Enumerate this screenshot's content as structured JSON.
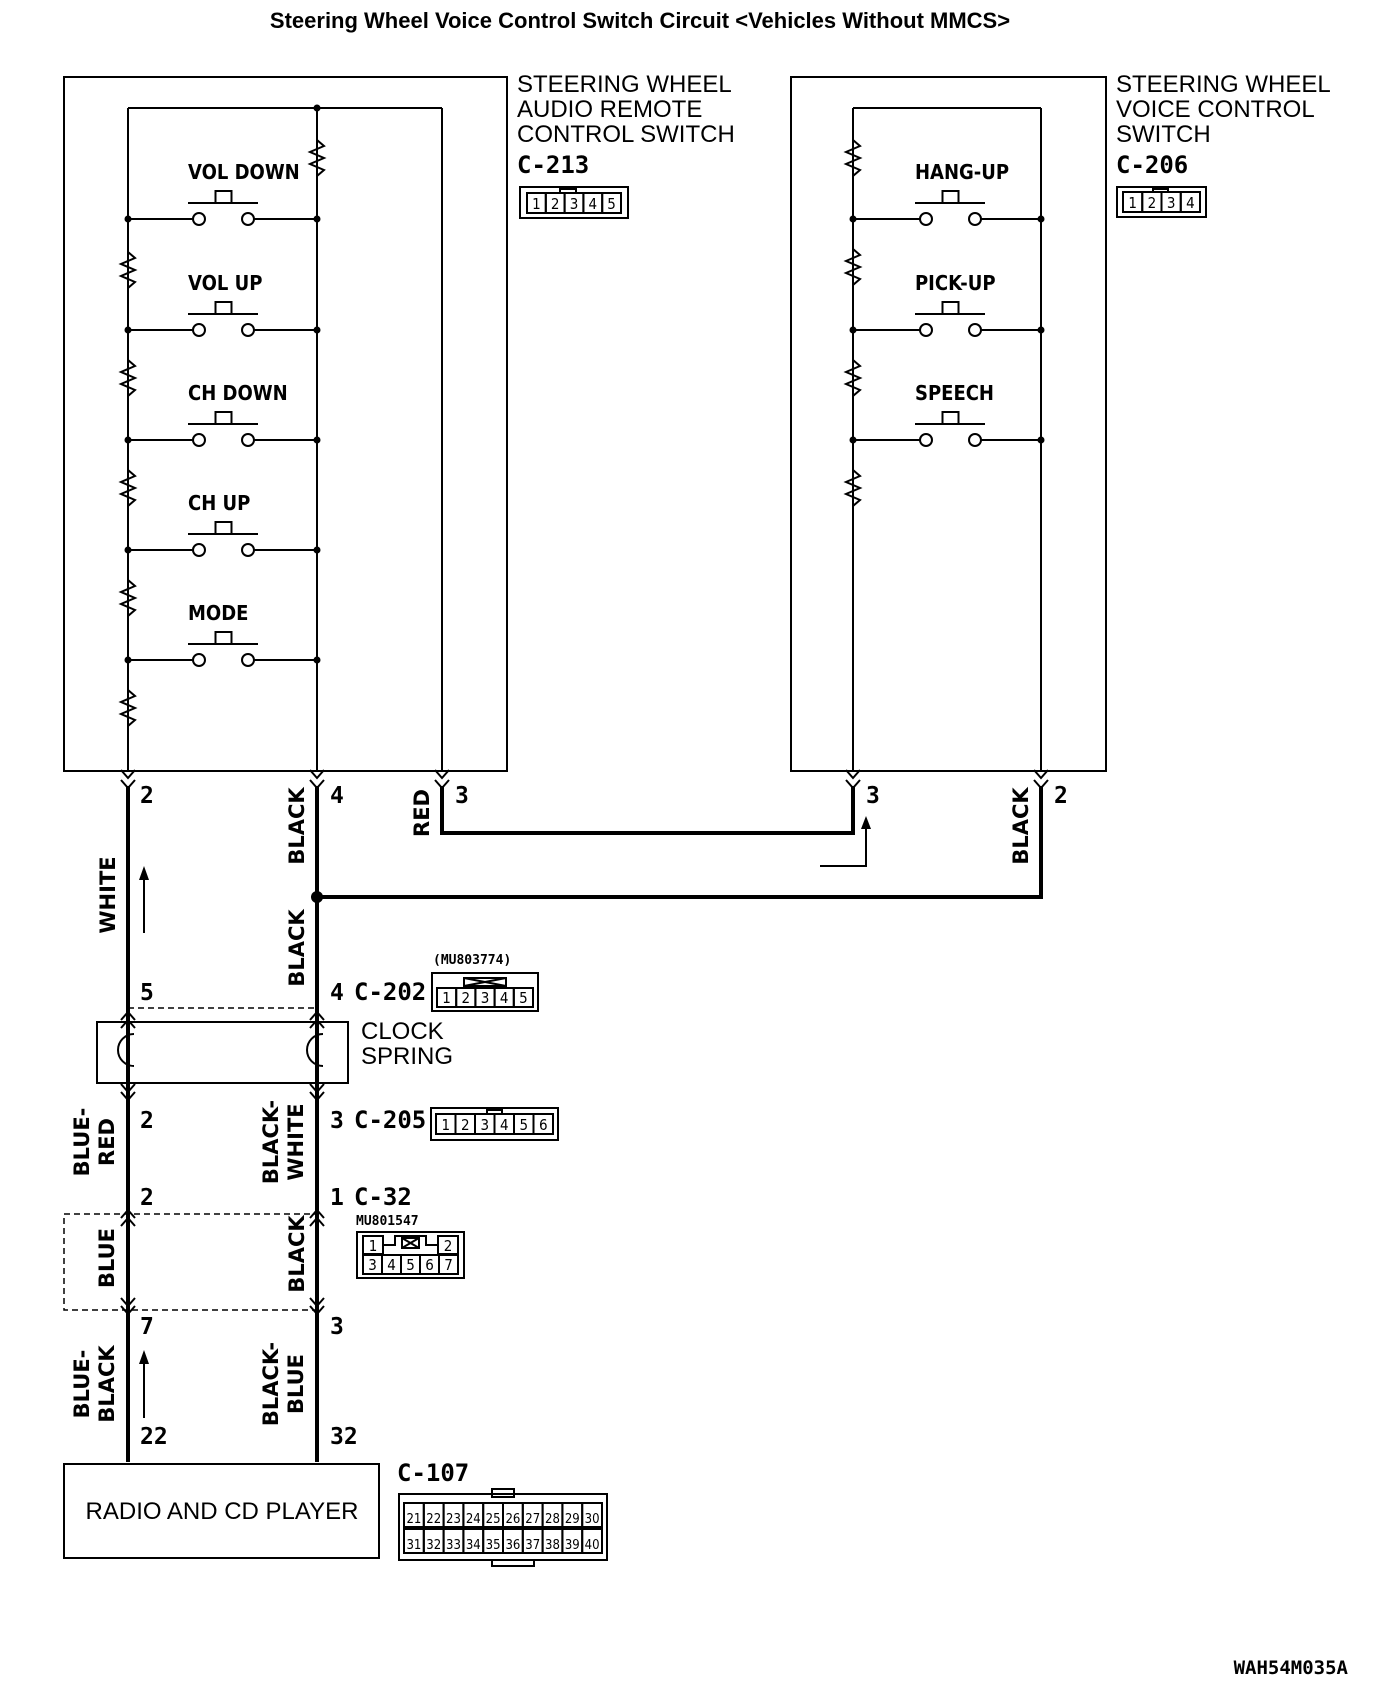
{
  "title": "Steering Wheel Voice Control Switch Circuit <Vehicles Without MMCS>",
  "audio_switch": {
    "label": [
      "STEERING WHEEL",
      "AUDIO REMOTE",
      "CONTROL SWITCH"
    ],
    "connector": "C-213",
    "pins": [
      "1",
      "2",
      "3",
      "4",
      "5"
    ],
    "switches": [
      "VOL DOWN",
      "VOL UP",
      "CH DOWN",
      "CH UP",
      "MODE"
    ],
    "terminals": [
      "2",
      "4",
      "3"
    ]
  },
  "voice_switch": {
    "label": [
      "STEERING WHEEL",
      "VOICE CONTROL",
      "SWITCH"
    ],
    "connector": "C-206",
    "pins": [
      "1",
      "2",
      "3",
      "4"
    ],
    "switches": [
      "HANG-UP",
      "PICK-UP",
      "SPEECH"
    ],
    "terminals": [
      "3",
      "2"
    ]
  },
  "wires": {
    "white": "WHITE",
    "black_upper": "BLACK",
    "black_mid": "BLACK",
    "red": "RED",
    "black_right": "BLACK",
    "blue_red": [
      "BLUE-",
      "RED"
    ],
    "black_white": [
      "BLACK-",
      "WHITE"
    ],
    "blue": "BLUE",
    "black_lower": "BLACK",
    "blue_black": [
      "BLUE-",
      "BLACK"
    ],
    "black_blue": [
      "BLACK-",
      "BLUE"
    ]
  },
  "c202": {
    "label": "C-202",
    "part": "(MU803774)",
    "pins": [
      "1",
      "2",
      "3",
      "4",
      "5"
    ],
    "left_pin": "5",
    "right_pin": "4"
  },
  "clock_spring": [
    "CLOCK",
    "SPRING"
  ],
  "c205": {
    "label": "C-205",
    "pins": [
      "1",
      "2",
      "3",
      "4",
      "5",
      "6"
    ],
    "left_pin": "2",
    "right_pin": "3"
  },
  "c32": {
    "label": "C-32",
    "part": "MU801547",
    "top": [
      "1",
      "2"
    ],
    "bottom": [
      "3",
      "4",
      "5",
      "6",
      "7"
    ],
    "left_top": "2",
    "right_top": "1",
    "left_bottom": "7",
    "right_bottom": "3"
  },
  "radio": {
    "label": "RADIO AND CD PLAYER",
    "connector": "C-107",
    "left_pin": "22",
    "right_pin": "32",
    "row1": [
      "21",
      "22",
      "23",
      "24",
      "25",
      "26",
      "27",
      "28",
      "29",
      "30"
    ],
    "row2": [
      "31",
      "32",
      "33",
      "34",
      "35",
      "36",
      "37",
      "38",
      "39",
      "40"
    ]
  },
  "figure_code": "WAH54M035A"
}
